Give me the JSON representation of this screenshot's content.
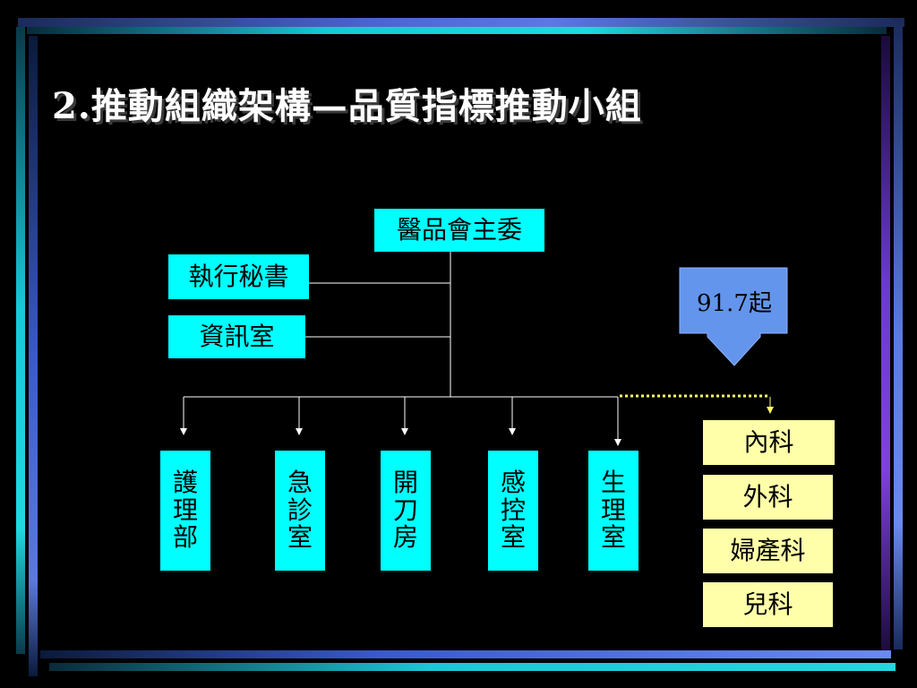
{
  "title": "2.推動組織架構—品質指標推動小組",
  "top_node": "醫品會主委",
  "staff_nodes": [
    "執行秘書",
    "資訊室"
  ],
  "department_nodes": [
    [
      "護",
      "理",
      "部"
    ],
    [
      "急",
      "診",
      "室"
    ],
    [
      "開",
      "刀",
      "房"
    ],
    [
      "感",
      "控",
      "室"
    ],
    [
      "生",
      "理",
      "室"
    ]
  ],
  "callout": "91.7起",
  "specialty_nodes": [
    "內科",
    "外科",
    "婦產科",
    "兒科"
  ],
  "colors": {
    "background": "#000000",
    "main_box": "#00ffff",
    "specialty_box": "#ffffaa",
    "callout": "#6495ed",
    "dotted_line": "#ffff66"
  }
}
